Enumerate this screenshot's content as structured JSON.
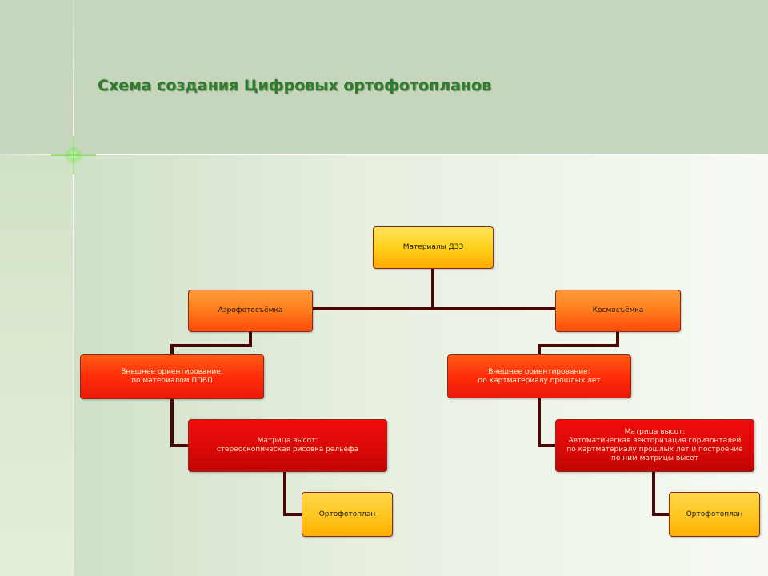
{
  "title": "Схема создания Цифровых ортофотопланов",
  "colors": {
    "title": "#2e7d2a",
    "connector": "#4a0606",
    "yellow_node": "#ffd21a",
    "orange_node": "#ff7c1a",
    "red_node": "#d80808"
  },
  "diagram": {
    "root": "Материалы ДЗЗ",
    "left": {
      "branch": "Аэрофотосъёмка",
      "orientation": "Внешнее ориентирование:\nпо материалом ППВП",
      "matrix": "Матрица высот:\nстереоскопическая рисовка рельефа",
      "result": "Ортофотоплан"
    },
    "right": {
      "branch": "Космосъёмка",
      "orientation": "Внешнее ориентирование:\nпо картматериалу прошлых лет",
      "matrix": "Матрица высот:\nАвтоматическая векторизация горизонталей\nпо картматериалу прошлых лет и построение\nпо ним матрицы высот",
      "result": "Ортофотоплан"
    }
  }
}
